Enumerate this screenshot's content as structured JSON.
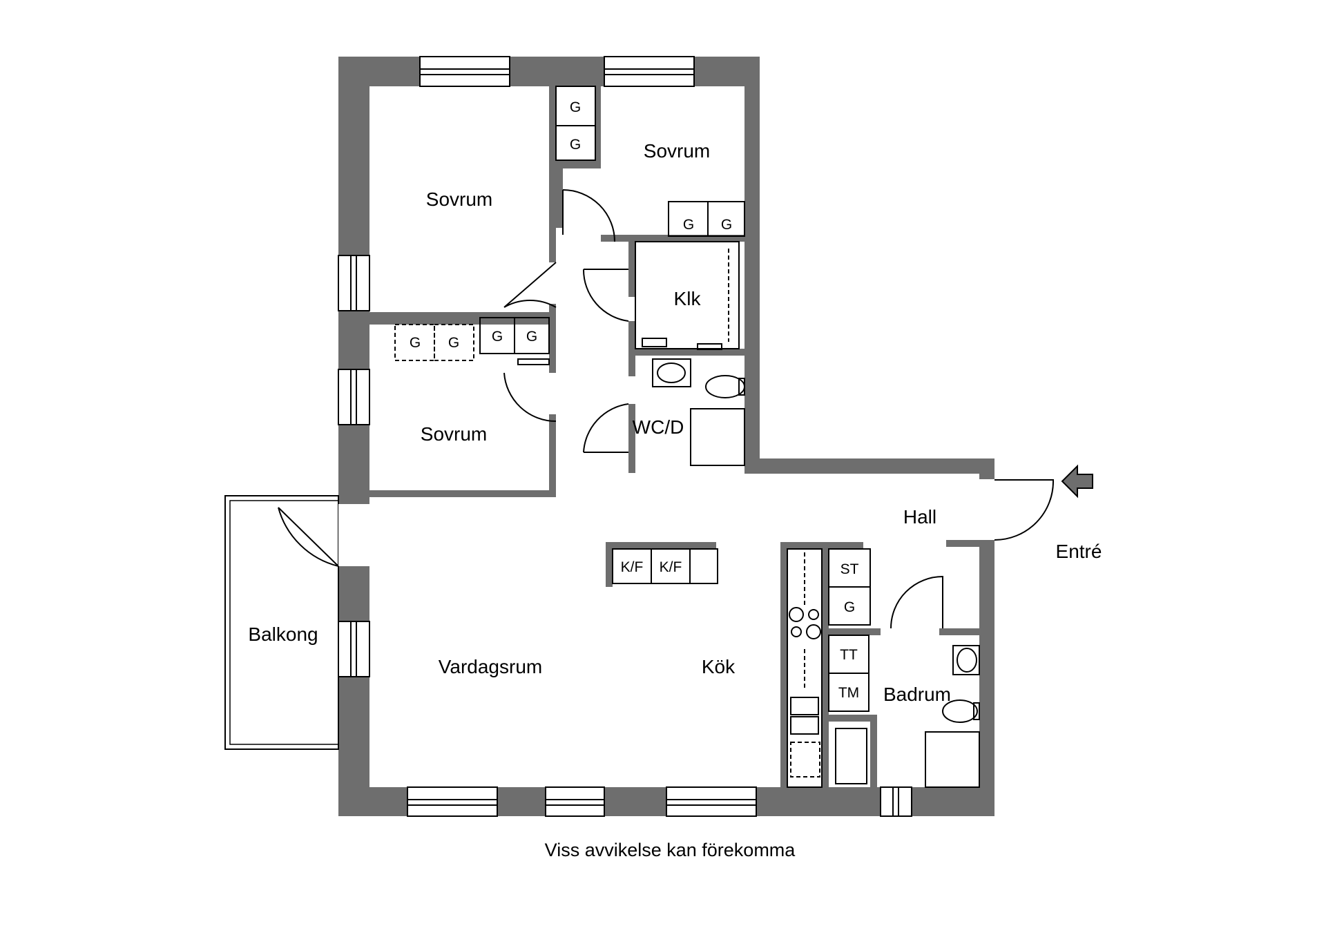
{
  "rooms": {
    "sovrum_top_left": "Sovrum",
    "sovrum_top_right": "Sovrum",
    "sovrum_middle": "Sovrum",
    "klk": "Klk",
    "wcd": "WC/D",
    "hall": "Hall",
    "balkong": "Balkong",
    "vardagsrum": "Vardagsrum",
    "kok": "Kök",
    "badrum": "Badrum"
  },
  "fixtures": {
    "closet": "G",
    "fridge_freezer": "K/F",
    "st": "ST",
    "tt": "TT",
    "tm": "TM"
  },
  "entrance": "Entré",
  "caption": "Viss avvikelse kan förekomma"
}
